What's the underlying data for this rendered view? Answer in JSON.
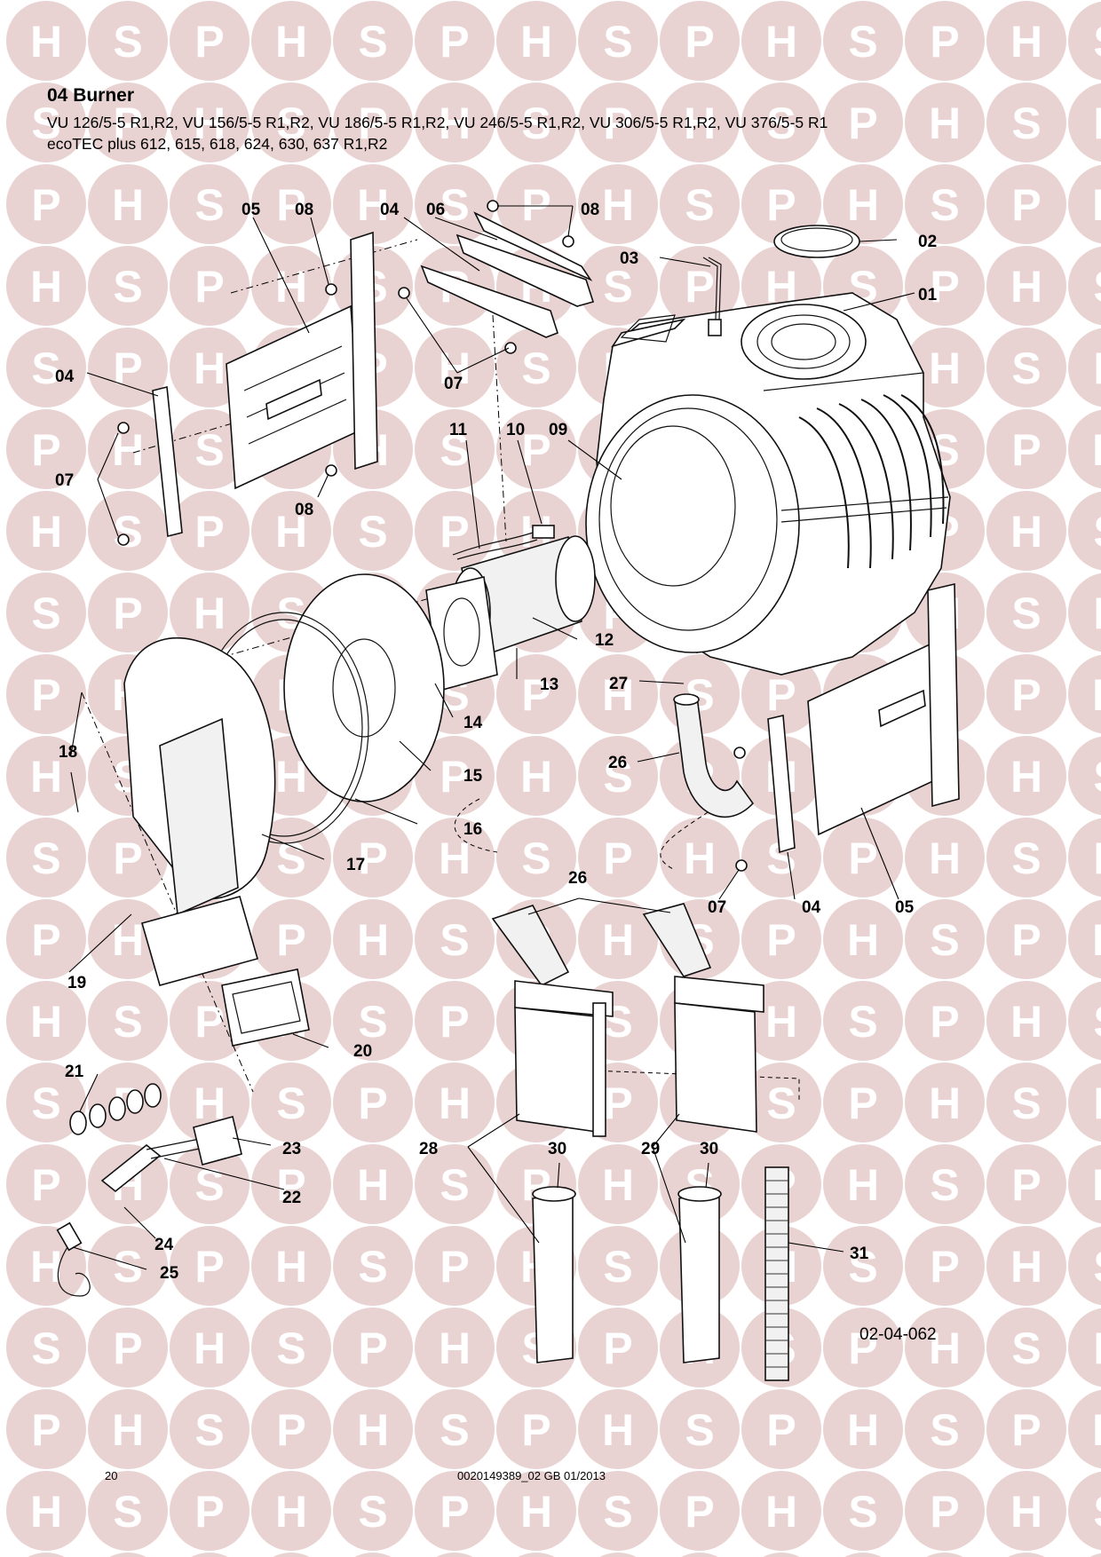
{
  "page": {
    "title": "04 Burner",
    "models_line1": "VU 126/5-5 R1,R2, VU 156/5-5 R1,R2, VU 186/5-5 R1,R2, VU 246/5-5 R1,R2, VU 306/5-5 R1,R2, VU 376/5-5 R1",
    "models_line2": "ecoTEC plus 612, 615, 618, 624, 630, 637 R1,R2"
  },
  "watermark": {
    "letters": [
      "H",
      "S",
      "P"
    ],
    "color": "#e9d2d2"
  },
  "diagram": {
    "reference": "02-04-062",
    "callouts": [
      "01",
      "02",
      "03",
      "04",
      "05",
      "06",
      "07",
      "08",
      "09",
      "10",
      "11",
      "12",
      "13",
      "14",
      "15",
      "16",
      "17",
      "18",
      "19",
      "20",
      "21",
      "22",
      "23",
      "24",
      "25",
      "26",
      "27",
      "28",
      "29",
      "30",
      "31"
    ]
  },
  "footer": {
    "page_number": "20",
    "document_ref": "0020149389_02 GB 01/2013"
  }
}
